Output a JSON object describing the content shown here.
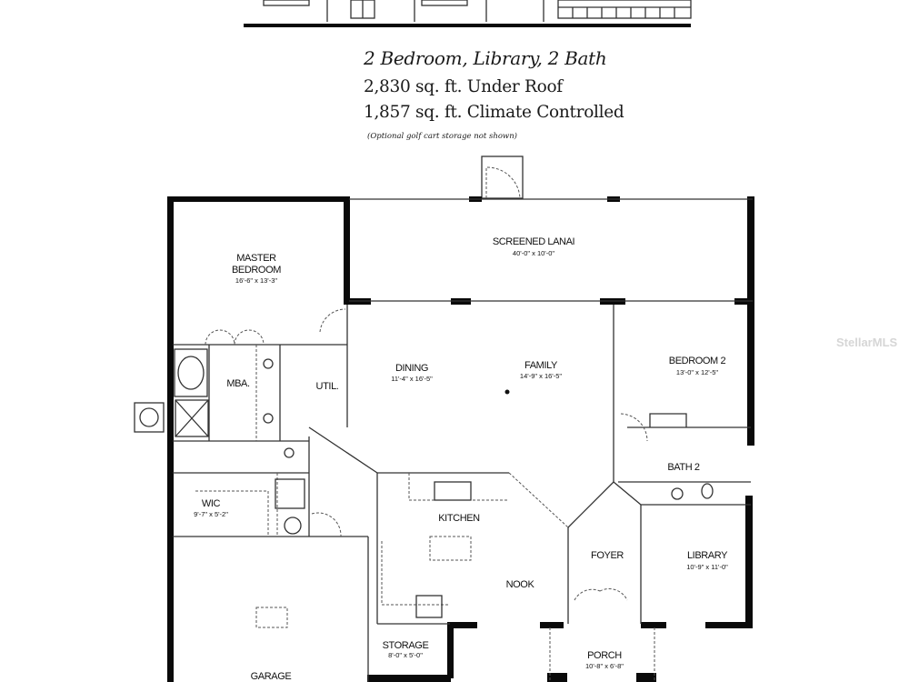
{
  "heading": {
    "title": "2 Bedroom, Library, 2 Bath",
    "under_roof": "2,830 sq. ft. Under Roof",
    "climate_controlled": "1,857 sq. ft. Climate Controlled",
    "note": "(Optional golf cart storage not shown)"
  },
  "rooms": {
    "master_bedroom": {
      "name_1": "MASTER",
      "name_2": "BEDROOM",
      "size": "16'-6\" x 13'-3\""
    },
    "screened_lanai": {
      "name": "SCREENED LANAI",
      "size": "40'-0\" x 10'-0\""
    },
    "dining": {
      "name": "DINING",
      "size": "11'-4\" x 16'-5\""
    },
    "family": {
      "name": "FAMILY",
      "size": "14'-9\" x 16'-5\""
    },
    "bedroom_2": {
      "name": "BEDROOM 2",
      "size": "13'-0\" x 12'-5\""
    },
    "mba": {
      "name": "MBA."
    },
    "util": {
      "name": "UTIL."
    },
    "bath_2": {
      "name": "BATH 2"
    },
    "wic": {
      "name": "WIC",
      "size": "9'-7\" x 5'-2\""
    },
    "kitchen": {
      "name": "KITCHEN"
    },
    "foyer": {
      "name": "FOYER"
    },
    "library": {
      "name": "LIBRARY",
      "size": "10'-9\" x 11'-0\""
    },
    "nook": {
      "name": "NOOK"
    },
    "storage": {
      "name": "STORAGE",
      "size": "8'-0\" x 5'-0\""
    },
    "porch": {
      "name": "PORCH",
      "size": "10'-8\" x 6'-8\""
    },
    "garage": {
      "name": "GARAGE"
    }
  },
  "watermark": "StellarMLS"
}
